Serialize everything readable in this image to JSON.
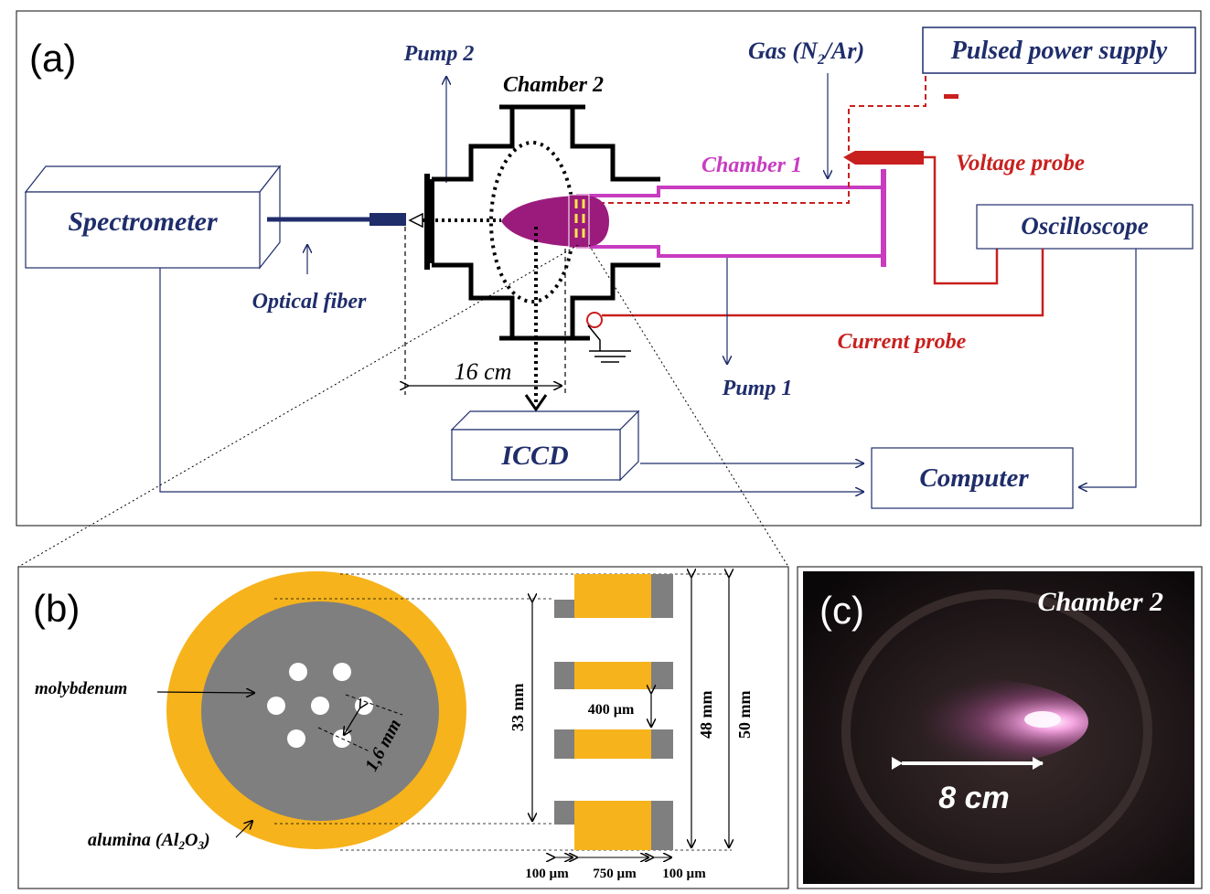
{
  "panel_a": {
    "letter": "(a)",
    "pulsed_power_supply": "Pulsed power supply",
    "minus_sign": "−",
    "gas_label": "Gas (N",
    "gas_sub": "2",
    "gas_tail": "/Ar)",
    "pump2": "Pump 2",
    "chamber2": "Chamber 2",
    "chamber1": "Chamber 1",
    "voltage_probe": "Voltage probe",
    "spectrometer": "Spectrometer",
    "oscilloscope": "Oscilloscope",
    "optical_fiber": "Optical fiber",
    "current_probe": "Current probe",
    "distance": "16 cm",
    "pump1": "Pump 1",
    "iccd": "ICCD",
    "computer": "Computer"
  },
  "panel_b": {
    "letter": "(b)",
    "molybdenum": "molybdenum",
    "alumina": "alumina (Al",
    "alumina_sub2": "2",
    "alumina_o": "O",
    "alumina_sub3": "3",
    "alumina_tail": ")",
    "hole_spacing": "1,6 mm",
    "gap": "400 µm",
    "d33": "33 mm",
    "d48": "48 mm",
    "d50": "50 mm",
    "w100a": "100 µm",
    "w750": "750 µm",
    "w100b": "100 µm"
  },
  "panel_c": {
    "letter": "(c)",
    "title": "Chamber 2",
    "length": "8 cm"
  },
  "colors": {
    "navy": "#1f2d6b",
    "magenta": "#c83cc0",
    "red": "#c8201e",
    "gold": "#f6b31b",
    "grey": "#7f7f7f",
    "plasma": "#9b1b7c"
  }
}
